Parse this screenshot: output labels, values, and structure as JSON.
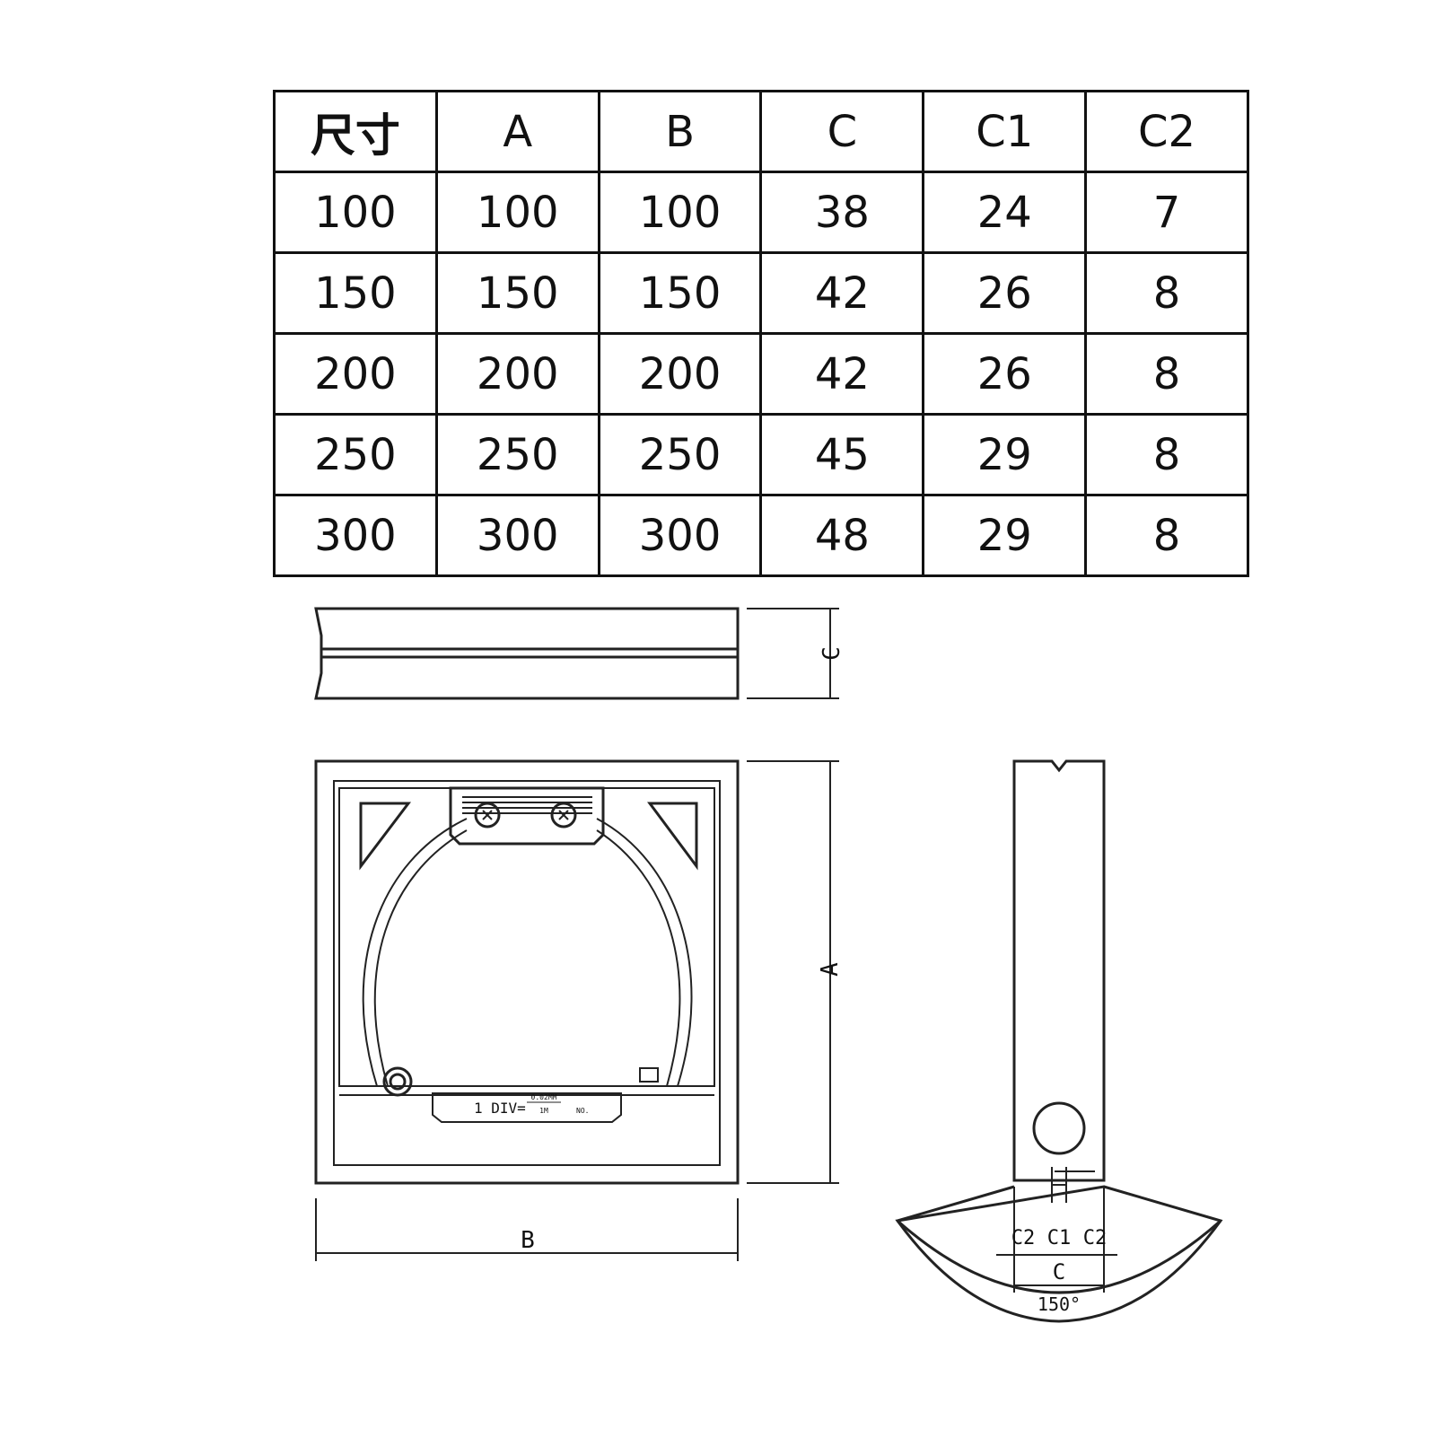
{
  "table": {
    "headers": [
      "尺寸",
      "A",
      "B",
      "C",
      "C1",
      "C2"
    ],
    "rows": [
      [
        "100",
        "100",
        "100",
        "38",
        "24",
        "7"
      ],
      [
        "150",
        "150",
        "150",
        "42",
        "26",
        "8"
      ],
      [
        "200",
        "200",
        "200",
        "42",
        "26",
        "8"
      ],
      [
        "250",
        "250",
        "250",
        "45",
        "29",
        "8"
      ],
      [
        "300",
        "300",
        "300",
        "48",
        "29",
        "8"
      ]
    ]
  },
  "drawing": {
    "dim_c_top": "C",
    "dim_a": "A",
    "dim_b": "B",
    "plate_text": "1 DIV=",
    "plate_frac_top": "0.02MM",
    "plate_frac_bottom": "1M",
    "plate_no": "NO.",
    "side_c2_left": "C2",
    "side_c1": "C1",
    "side_c2_right": "C2",
    "side_c": "C",
    "angle": "150°"
  }
}
